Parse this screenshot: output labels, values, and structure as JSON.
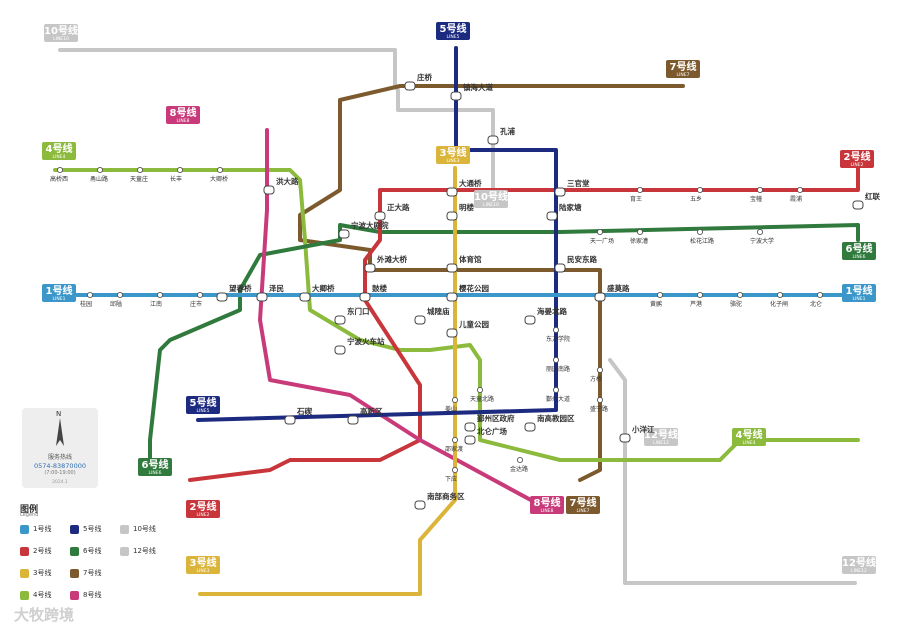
{
  "colors": {
    "line1": "#3b97c9",
    "line2": "#c8363b",
    "line3": "#dbb43a",
    "line4": "#8bba3c",
    "line5": "#1c2a80",
    "line6": "#2f7a3c",
    "line7": "#7c5a2e",
    "line8": "#c93a7a",
    "line10": "#c6c6c6",
    "line12": "#c6c6c6"
  },
  "line_badges": [
    {
      "key": "line10",
      "num": "10号线",
      "sub": "LINE10"
    },
    {
      "key": "line5",
      "num": "5号线",
      "sub": "LINE5"
    },
    {
      "key": "line7",
      "num": "7号线",
      "sub": "LINE7"
    },
    {
      "key": "line8",
      "num": "8号线",
      "sub": "LINE8"
    },
    {
      "key": "line4",
      "num": "4号线",
      "sub": "LINE4"
    },
    {
      "key": "line3",
      "num": "3号线",
      "sub": "LINE3"
    },
    {
      "key": "line2",
      "num": "2号线",
      "sub": "LINE2"
    },
    {
      "key": "line10",
      "num": "10号线",
      "sub": "LINE10"
    },
    {
      "key": "line6",
      "num": "6号线",
      "sub": "LINE6"
    },
    {
      "key": "line1",
      "num": "1号线",
      "sub": "LINE1"
    },
    {
      "key": "line1",
      "num": "1号线",
      "sub": "LINE1"
    },
    {
      "key": "line5",
      "num": "5号线",
      "sub": "LINE5"
    },
    {
      "key": "line12",
      "num": "12号线",
      "sub": "LINE12"
    },
    {
      "key": "line4",
      "num": "4号线",
      "sub": "LINE4"
    },
    {
      "key": "line6",
      "num": "6号线",
      "sub": "LINE6"
    },
    {
      "key": "line2",
      "num": "2号线",
      "sub": "LINE2"
    },
    {
      "key": "line8",
      "num": "8号线",
      "sub": "LINE8"
    },
    {
      "key": "line7",
      "num": "7号线",
      "sub": "LINE7"
    },
    {
      "key": "line3",
      "num": "3号线",
      "sub": "LINE3"
    },
    {
      "key": "line12",
      "num": "12号线",
      "sub": "LINE12"
    }
  ],
  "major_stations": [
    "镇海大道",
    "孔浦",
    "三官堂",
    "大通桥",
    "鼓楼",
    "宁波火车站",
    "东门口",
    "城隍庙",
    "南部商务区",
    "樱花公园",
    "体育馆",
    "儿童公园",
    "鄞州区政府",
    "南高教园区",
    "海晏北路",
    "民安东路",
    "盛莫路",
    "洪大路",
    "望春桥",
    "泽民",
    "大卿桥",
    "宁波大剧院",
    "外滩大桥",
    "正大路",
    "明楼",
    "陆家塘",
    "石碶",
    "高新区",
    "小洋江",
    "红联",
    "北仑广场",
    "庄桥"
  ],
  "minor_stations": [
    "高桥西",
    "甬山路",
    "天童庄",
    "长丰",
    "大卿桥",
    "邱隘",
    "江南",
    "庄市",
    "桂园",
    "育王",
    "五乡",
    "宝幢",
    "霞浦",
    "松花江路",
    "徐家漕",
    "天一广场",
    "宁波大学",
    "丽园南路",
    "鄞州大道",
    "东方学院",
    "天童北路",
    "金达路",
    "下应",
    "邵家渡",
    "姜山",
    "盛宁路",
    "方桥",
    "黄鹂",
    "芦港",
    "骆驼",
    "化子闸",
    "北仑"
  ],
  "legend": {
    "title": "图例",
    "subtitle": "Legend",
    "items": [
      {
        "key": "line1",
        "label": "1号线"
      },
      {
        "key": "line5",
        "label": "5号线"
      },
      {
        "key": "line10",
        "label": "10号线"
      },
      {
        "key": "line2",
        "label": "2号线"
      },
      {
        "key": "line6",
        "label": "6号线"
      },
      {
        "key": "line12",
        "label": "12号线"
      },
      {
        "key": "line3",
        "label": "3号线"
      },
      {
        "key": "line7",
        "label": "7号线"
      },
      {
        "key": "line4",
        "label": "4号线"
      },
      {
        "key": "line8",
        "label": "8号线"
      }
    ]
  },
  "compass": {
    "north": "N",
    "hotline_label": "服务热线",
    "hotline": "0574-83870000",
    "hours": "(7:00-19:00)",
    "version": "2024.1"
  },
  "watermark": "大牧跨境"
}
